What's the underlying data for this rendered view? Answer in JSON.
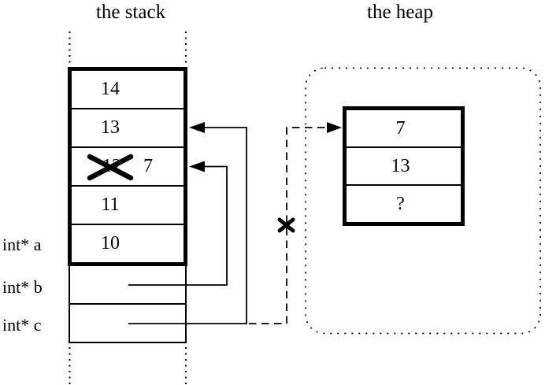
{
  "titles": {
    "stack": "the stack",
    "heap": "the heap"
  },
  "stack": {
    "cells": [
      {
        "value": "14"
      },
      {
        "value": "13"
      },
      {
        "value": "12",
        "crossed_out": true,
        "new_value": "7"
      },
      {
        "value": "11"
      },
      {
        "value": "10"
      }
    ]
  },
  "variables": [
    {
      "label": "int* a"
    },
    {
      "label": "int* b"
    },
    {
      "label": "int* c"
    }
  ],
  "heap": {
    "cells": [
      {
        "value": "7"
      },
      {
        "value": "13"
      },
      {
        "value": "?"
      }
    ]
  },
  "pointers": [
    {
      "from": "int* b",
      "to": "stack cell 12/7",
      "style": "solid"
    },
    {
      "from": "int* c",
      "to": "stack cell 13",
      "style": "solid"
    },
    {
      "from": "int* c",
      "to": "heap cell 7",
      "style": "dashed",
      "status": "crossed-out"
    }
  ],
  "colors": {
    "ink": "#000000",
    "background": "#ffffff"
  }
}
